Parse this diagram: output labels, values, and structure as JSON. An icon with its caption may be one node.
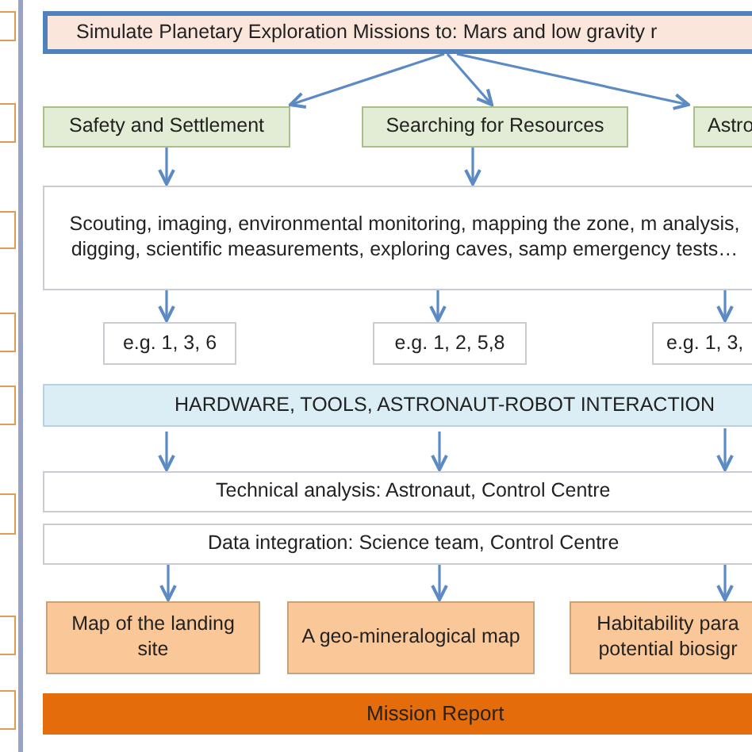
{
  "diagram": {
    "nodes": [
      {
        "text": [
          "Simulate Planetary Exploration Missions to: Mars and low gravity r"
        ]
      },
      {
        "text": [
          "Safety and Settlement"
        ]
      },
      {
        "text": [
          "Searching for Resources"
        ]
      },
      {
        "text": [
          "Astro"
        ]
      },
      {
        "text": [
          "Scouting, imaging, environmental monitoring, mapping the zone, m analysis, digging, scientific measurements, exploring caves, samp emergency tests…"
        ]
      },
      {
        "text": [
          "e.g. 1, 3, 6"
        ]
      },
      {
        "text": [
          "e.g. 1, 2, 5,8"
        ]
      },
      {
        "text": [
          "e.g. 1, 3,"
        ]
      },
      {
        "text": [
          "HARDWARE, TOOLS, ASTRONAUT-ROBOT INTERACTION"
        ]
      },
      {
        "text": [
          "Technical analysis: Astronaut, Control Centre"
        ]
      },
      {
        "text": [
          "Data integration: Science team, Control Centre"
        ]
      },
      {
        "text": [
          "Map of the landing site"
        ]
      },
      {
        "text": [
          "A geo-mineralogical map"
        ]
      },
      {
        "text": [
          "Habitability para potential biosigr"
        ]
      },
      {
        "text": [
          "Mission Report"
        ]
      },
      {
        "text": [],
        "shape": "box"
      },
      {
        "text": [],
        "shape": "box"
      },
      {
        "text": [],
        "shape": "box"
      },
      {
        "text": [],
        "shape": "box"
      },
      {
        "text": [],
        "shape": "box"
      },
      {
        "text": [],
        "shape": "box"
      },
      {
        "text": [],
        "shape": "box"
      },
      {
        "text": [],
        "shape": "box"
      }
    ],
    "edges": [
      {
        "from": 0,
        "to": 1,
        "arrow": "to"
      },
      {
        "from": 0,
        "to": 2,
        "arrow": "to"
      },
      {
        "from": 0,
        "to": 3,
        "arrow": "to"
      },
      {
        "from": 1,
        "to": 4,
        "arrow": "to"
      },
      {
        "from": 2,
        "to": 4,
        "arrow": "to"
      },
      {
        "from": 4,
        "to": 5,
        "arrow": "to"
      },
      {
        "from": 4,
        "to": 6,
        "arrow": "to"
      },
      {
        "from": 4,
        "to": 7,
        "arrow": "to"
      },
      {
        "from": 8,
        "to": 9,
        "arrow": "to"
      },
      {
        "from": 8,
        "to": 9,
        "arrow": "to"
      },
      {
        "from": 8,
        "to": 9,
        "arrow": "to"
      },
      {
        "from": 10,
        "to": 11,
        "arrow": "to"
      },
      {
        "from": 10,
        "to": 12,
        "arrow": "to"
      },
      {
        "from": 10,
        "to": 13,
        "arrow": "to"
      }
    ]
  }
}
